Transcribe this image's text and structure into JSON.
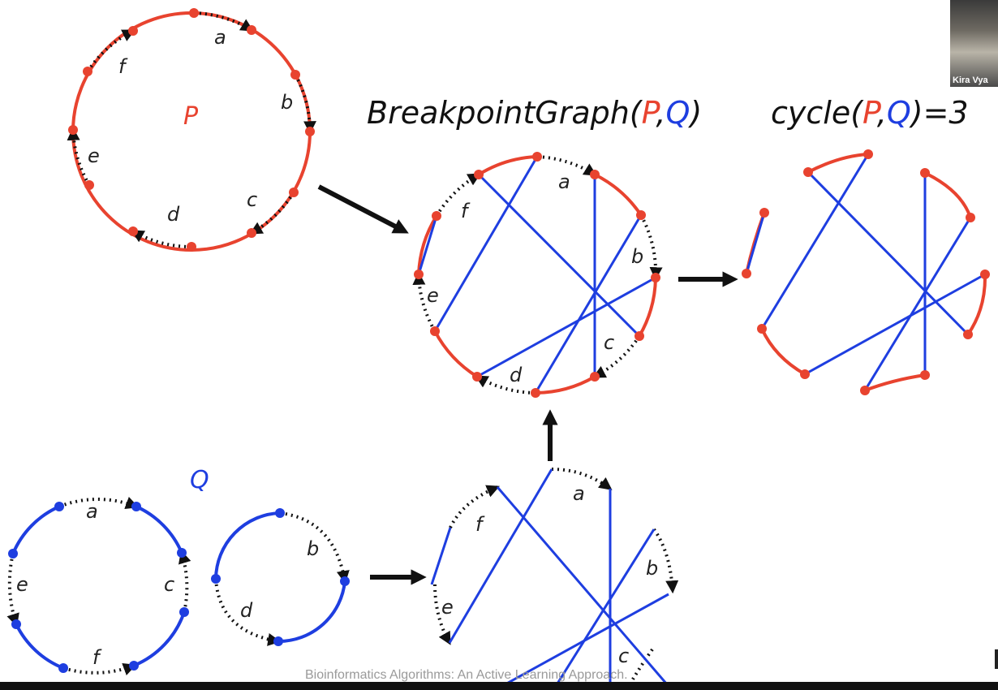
{
  "headings": {
    "breakpoint": {
      "prefix": "BreakpointGraph(",
      "p": "P",
      "comma": ",",
      "q": "Q",
      "suffix": ")"
    },
    "cycle": {
      "prefix": "cycle(",
      "p": "P",
      "comma": ",",
      "q": "Q",
      "suffix": ")=3"
    }
  },
  "genome_labels": {
    "p": "P",
    "q": "Q"
  },
  "edge_labels": [
    "a",
    "b",
    "c",
    "d",
    "e",
    "f"
  ],
  "footer": "Bioinformatics Algorithms: An Active Learning Approach.",
  "webcam": {
    "name": "Kira Vya"
  },
  "colors": {
    "red": "#e8432f",
    "blue": "#1e3ee0",
    "black": "#111111"
  }
}
